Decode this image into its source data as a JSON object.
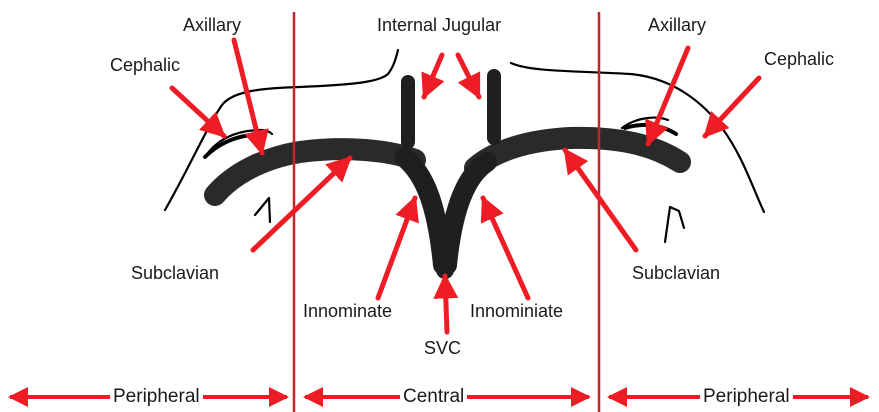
{
  "diagram": {
    "labels": {
      "internal_jugular": "Internal Jugular",
      "axillary_left": "Axillary",
      "axillary_right": "Axillary",
      "cephalic_left": "Cephalic",
      "cephalic_right": "Cephalic",
      "subclavian_left": "Subclavian",
      "subclavian_right": "Subclavian",
      "innominate_left": "Innominate",
      "innominate_right": "Innominiate",
      "svc": "SVC"
    },
    "regions": {
      "left": "Peripheral",
      "center": "Central",
      "right": "Peripheral"
    },
    "colors": {
      "arrow": "#ee1c24",
      "divider": "#c0262b",
      "vein": "#1f1f1f",
      "outline": "#000000",
      "text": "#1a1a1a"
    }
  }
}
